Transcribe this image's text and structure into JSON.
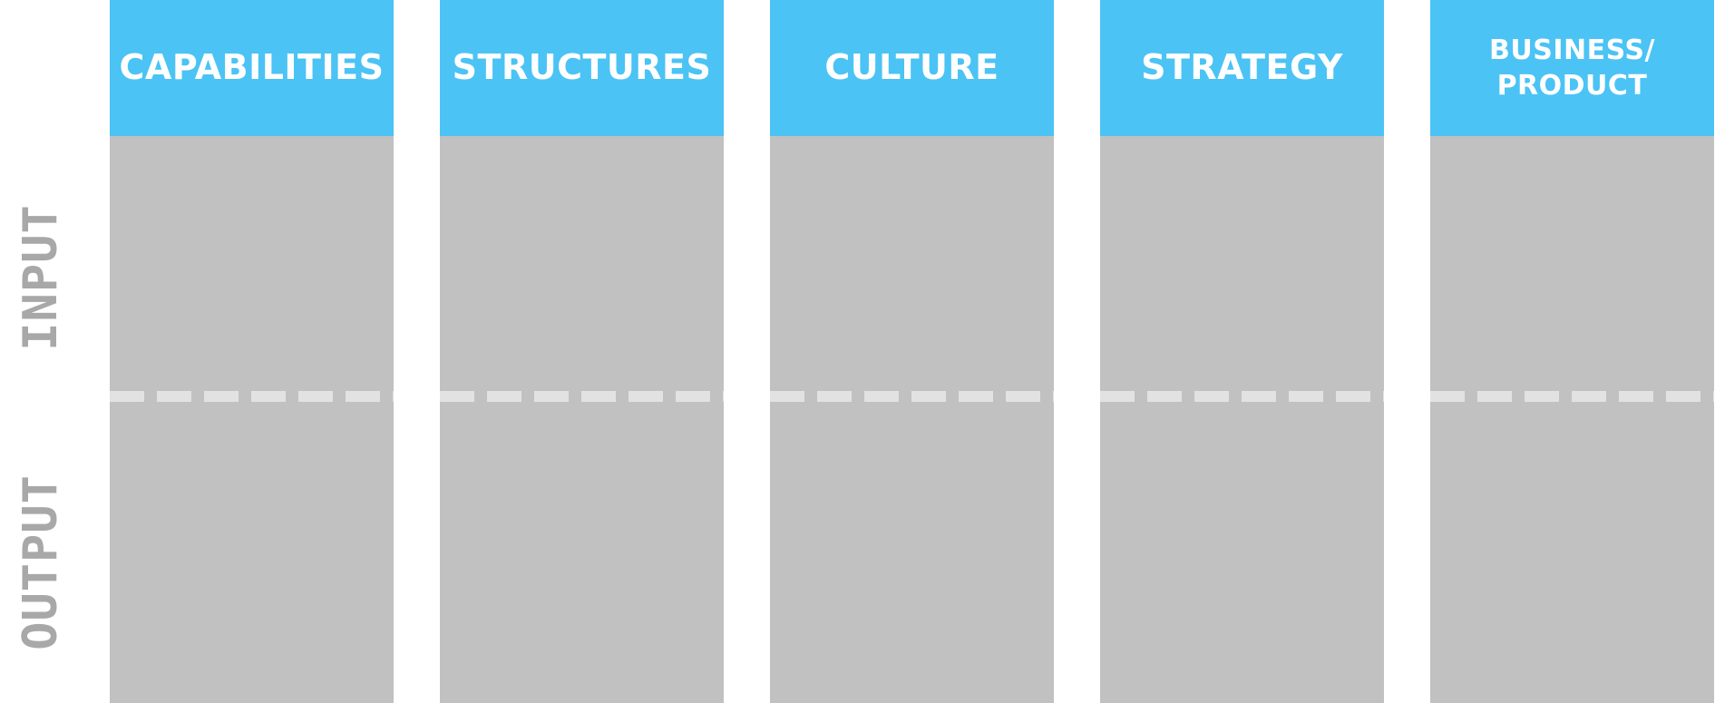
{
  "rows": {
    "input_label": "INPUT",
    "output_label": "OUTPUT"
  },
  "columns": [
    {
      "label": "CAPABILITIES"
    },
    {
      "label": "STRUCTURES"
    },
    {
      "label": "CULTURE"
    },
    {
      "label": "STRATEGY"
    },
    {
      "label": "BUSINESS/\nPRODUCT"
    }
  ],
  "colors": {
    "header": "#4bc3f5",
    "panel": "#c1c1c1",
    "divider": "#e2e2e2",
    "row_label": "#a8a8a8",
    "header_text": "#ffffff"
  }
}
